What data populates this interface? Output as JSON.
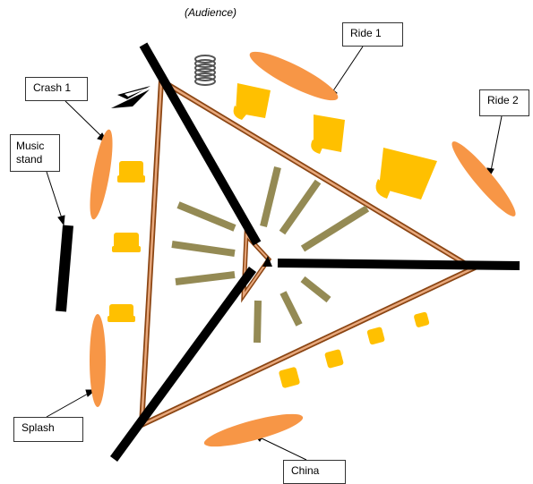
{
  "title": "(Audience)",
  "labels": {
    "ride1": "Ride 1",
    "ride2": "Ride 2",
    "crash1": "Crash 1",
    "music_stand": "Music stand",
    "splash": "Splash",
    "china": "China"
  },
  "colors": {
    "cymbal": "#F79646",
    "drum": "#FFC000",
    "riser_outline": "#8B4513",
    "riser_fill": "#E8A87C",
    "stand": "#000000",
    "spoke": "#948A54"
  }
}
